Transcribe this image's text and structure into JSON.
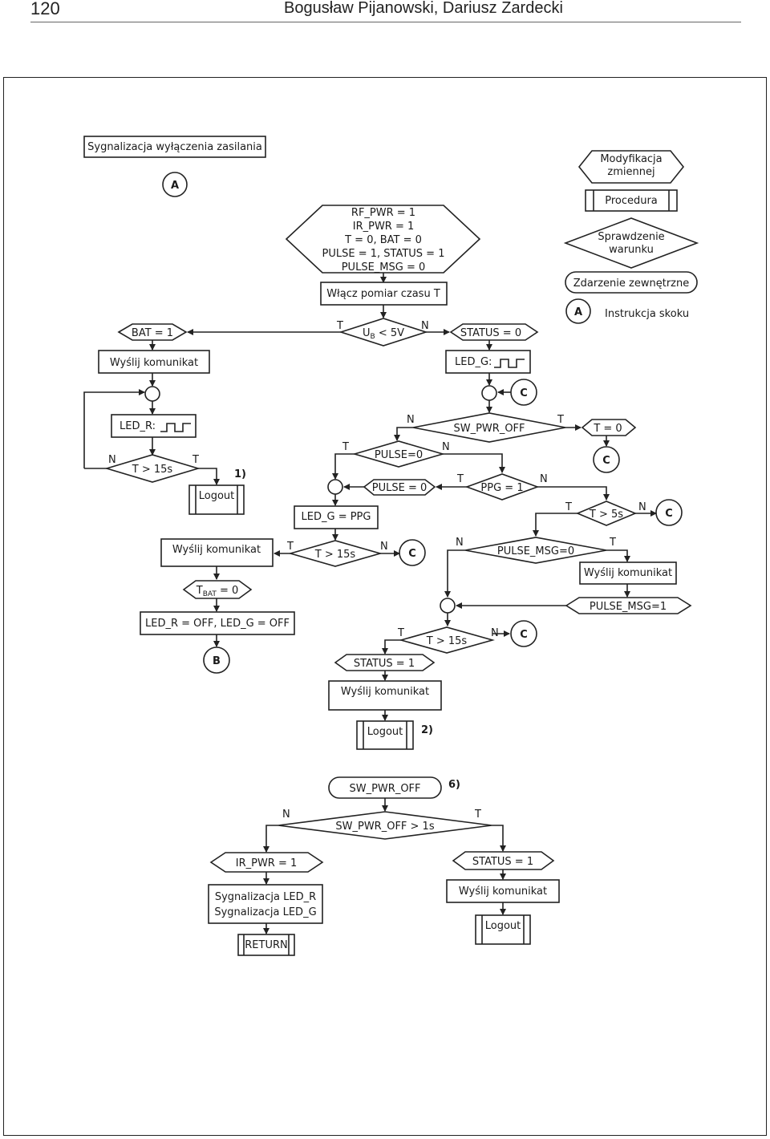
{
  "header": {
    "page_number": "120",
    "authors": "Bogusław Pijanowski, Dariusz Żardecki"
  },
  "legend": {
    "modification": [
      "Modyfikacja",
      "zmiennej"
    ],
    "procedure": "Procedura",
    "condition": [
      "Sprawdzenie",
      "warunku"
    ],
    "event": "Zdarzenie zewnętrzne",
    "jump_symbol": "A",
    "jump_text": "Instrukcja skoku"
  },
  "flow": {
    "event_title": "Sygnalizacja wyłączenia zasilania",
    "conn_A": "A",
    "init": [
      "RF_PWR = 1",
      "IR_PWR = 1",
      "T = 0, BAT = 0",
      "PULSE = 1, STATUS = 1",
      "PULSE_MSG = 0"
    ],
    "start_timer": "Włącz pomiar czasu T",
    "ub_check_pre": "U",
    "ub_check_sub": "B",
    "ub_check_post": " < 5V",
    "bat_set": "BAT = 1",
    "send_msg": "Wyślij komunikat",
    "status0": "STATUS = 0",
    "led_g": "LED_G:",
    "led_r": "LED_R:",
    "conn_C": "C",
    "sw_pwr_off": "SW_PWR_OFF",
    "t_reset": "T = 0",
    "t15": "T > 15s",
    "note1": "1)",
    "note2": "2)",
    "note6": "6)",
    "logout": "Logout",
    "pulse_check": "PULSE=0",
    "pulse_set": "PULSE = 0",
    "ppg_check": "PPG = 1",
    "t5": "T > 5s",
    "led_g_ppg": "LED_G = PPG",
    "pulse_msg_check": "PULSE_MSG=0",
    "pulse_msg_set": "PULSE_MSG=1",
    "tbat_pre": "T",
    "tbat_sub": "BAT",
    "tbat_post": " = 0",
    "leds_off": "LED_R = OFF, LED_G = OFF",
    "conn_B": "B",
    "status1": "STATUS = 1",
    "T": "T",
    "N": "N"
  },
  "flow2": {
    "event": "SW_PWR_OFF",
    "check": "SW_PWR_OFF > 1s",
    "ir_pwr": "IR_PWR = 1",
    "sig": [
      "Sygnalizacja LED_R",
      "Sygnalizacja LED_G"
    ],
    "ret": "RETURN",
    "status1": "STATUS = 1",
    "send_msg": "Wyślij komunikat",
    "logout": "Logout"
  }
}
